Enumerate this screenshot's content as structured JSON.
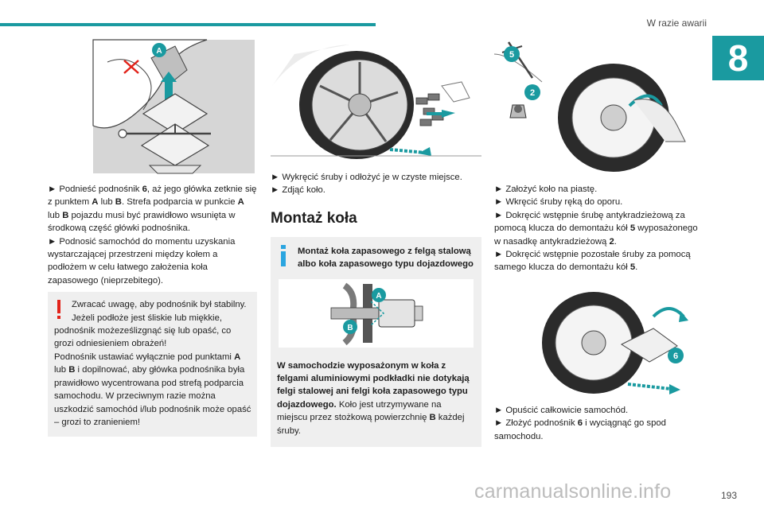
{
  "header": {
    "section_title": "W razie awarii",
    "chapter_number": "8"
  },
  "col1": {
    "figure_label_a": "A",
    "para": [
      {
        "t": "► Podnieść podnośnik "
      },
      {
        "b": "6"
      },
      {
        "t": ", aż jego główka zetknie się z punktem "
      },
      {
        "b": "A"
      },
      {
        "t": " lub "
      },
      {
        "b": "B"
      },
      {
        "t": ". Strefa podparcia w punkcie "
      },
      {
        "b": "A"
      },
      {
        "t": " lub "
      },
      {
        "b": "B"
      },
      {
        "t": " pojazdu musi być prawidłowo wsunięta w środkową część główki podnośnika."
      }
    ],
    "para2": "► Podnosić samochód do momentu uzyskania wystarczającej przestrzeni między kołem a podłożem w celu łatwego założenia koła zapasowego (nieprzebitego).",
    "warning": {
      "line1": "Zwracać uwagę, aby podnośnik był stabilny. Jeżeli podłoże jest śliskie lub miękkie,",
      "line2": "podnośnik możeześlizgnąć się lub opaść, co grozi odniesieniem obrażeń!",
      "line3_parts": [
        {
          "t": "Podnośnik ustawiać wyłącznie pod punktami "
        },
        {
          "b": "A"
        },
        {
          "t": " lub "
        },
        {
          "b": "B"
        },
        {
          "t": " i dopilnować, aby główka podnośnika była prawidłowo wycentrowana pod strefą podparcia samochodu. W przeciwnym razie można uszkodzić samochód i/lub podnośnik może opaść – grozi to zranieniem!"
        }
      ]
    }
  },
  "col2": {
    "bullets": [
      "► Wykręcić śruby i odłożyć je w czyste miejsce.",
      "► Zdjąć koło."
    ],
    "heading": "Montaż koła",
    "info": {
      "title": "Montaż koła zapasowego z felgą stalową albo koła zapasowego typu dojazdowego",
      "label_a": "A",
      "label_b": "B",
      "body_bold": "W samochodzie wyposażonym w koła z felgami aluminiowymi podkładki nie dotykają felgi stalowej ani felgi koła zapasowego typu dojazdowego.",
      "body_t1": " Koło jest utrzymywane na miejscu przez stożkową powierzchnię ",
      "body_b": "B",
      "body_t2": " każdej śruby."
    }
  },
  "col3": {
    "label_5": "5",
    "label_2": "2",
    "label_6": "6",
    "bullets1": [
      [
        {
          "t": "► Założyć koło na piastę."
        }
      ],
      [
        {
          "t": "► Wkręcić śruby ręką do oporu."
        }
      ],
      [
        {
          "t": "► Dokręcić wstępnie śrubę antykradzieżową za pomocą klucza do demontażu kół "
        },
        {
          "b": "5"
        },
        {
          "t": " wyposażonego w nasadkę antykradzieżową "
        },
        {
          "b": "2"
        },
        {
          "t": "."
        }
      ],
      [
        {
          "t": "► Dokręcić wstępnie pozostałe śruby za pomocą samego klucza do demontażu kół "
        },
        {
          "b": "5"
        },
        {
          "t": "."
        }
      ]
    ],
    "bullets2": [
      [
        {
          "t": "► Opuścić całkowicie samochód."
        }
      ],
      [
        {
          "t": "► Złożyć podnośnik "
        },
        {
          "b": "6"
        },
        {
          "t": " i wyciągnąć go spod samochodu."
        }
      ]
    ]
  },
  "footer": {
    "page_number": "193",
    "watermark": "carmanualsonline.info"
  },
  "colors": {
    "accent": "#1a9aa0",
    "warning_red": "#e2231a",
    "info_blue": "#2aa5e0",
    "box_gray": "#efefef"
  }
}
